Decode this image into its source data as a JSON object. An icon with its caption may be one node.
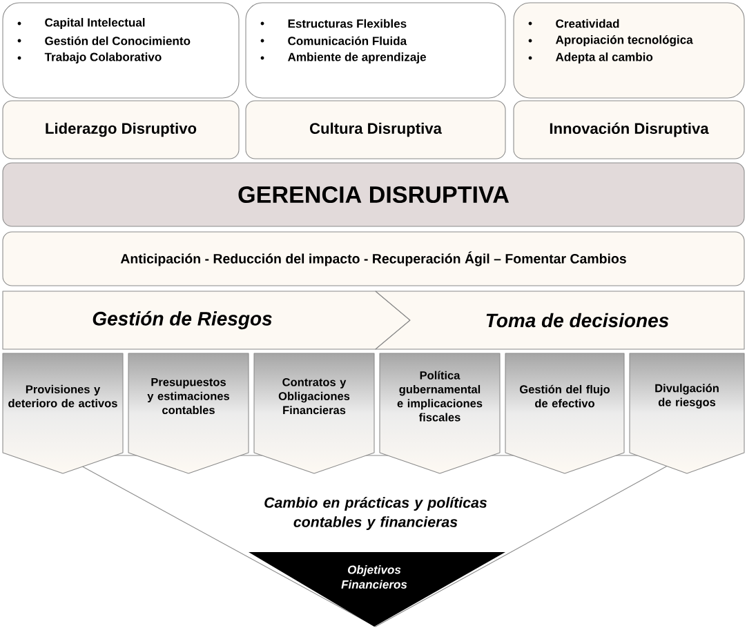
{
  "diagram": {
    "nodes": [
      {
        "text": [
          "Capital Intelectual",
          "Gestión del Conocimiento",
          "Trabajo Colaborativo"
        ]
      },
      {
        "text": [
          "Estructuras Flexibles",
          "Comunicación Fluida",
          "Ambiente de aprendizaje"
        ]
      },
      {
        "text": [
          "Creatividad",
          "Apropiación tecnológica",
          "Adepta al cambio"
        ]
      },
      {
        "text": [
          "Liderazgo Disruptivo"
        ]
      },
      {
        "text": [
          "Cultura Disruptiva"
        ]
      },
      {
        "text": [
          "Innovación Disruptiva"
        ]
      },
      {
        "text": [
          "GERENCIA DISRUPTIVA"
        ]
      },
      {
        "text": [
          "Anticipación - Reducción del impacto - Recuperación Ágil – Fomentar Cambios"
        ]
      },
      {
        "text": [
          "Gestión de Riesgos"
        ]
      },
      {
        "text": [
          "Toma de decisiones"
        ]
      },
      {
        "text": [
          "Provisiones y deterioro de activos"
        ]
      },
      {
        "text": [
          "Presupuestos y estimaciones contables"
        ]
      },
      {
        "text": [
          "Contratos y Obligaciones Financieras"
        ]
      },
      {
        "text": [
          "Política gubernamental e implicaciones fiscales"
        ]
      },
      {
        "text": [
          "Gestión del flujo de efectivo"
        ]
      },
      {
        "text": [
          "Divulgación de riesgos"
        ]
      },
      {
        "text": [
          "Cambio en prácticas y políticas contables y financieras"
        ]
      },
      {
        "text": [
          "Objetivos Financieros"
        ],
        "in": 16
      }
    ]
  }
}
